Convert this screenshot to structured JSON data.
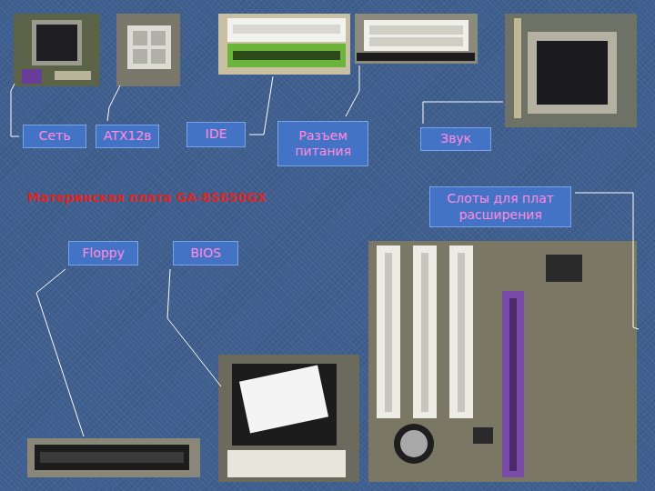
{
  "diagram": {
    "title": "Материнская плата GA-8S650GX",
    "nodes": [
      {
        "text": [
          "Сеть"
        ]
      },
      {
        "text": [
          "ATX12в"
        ]
      },
      {
        "text": [
          "IDE"
        ]
      },
      {
        "text": [
          "Разъем питания"
        ]
      },
      {
        "text": [
          "Звук"
        ]
      },
      {
        "text": [
          "Слоты для плат расширения"
        ]
      },
      {
        "text": [
          "Floppy"
        ]
      },
      {
        "text": [
          "BIOS"
        ]
      }
    ]
  }
}
